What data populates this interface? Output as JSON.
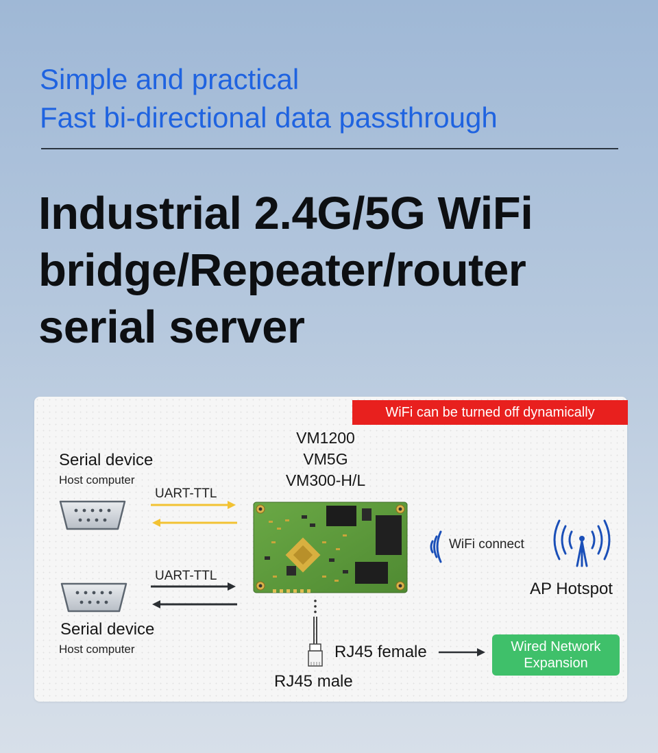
{
  "header": {
    "subtitle_line1": "Simple and practical",
    "subtitle_line2": "Fast bi-directional data passthrough",
    "headline_line1": "Industrial 2.4G/5G WiFi",
    "headline_line2": "bridge/Repeater/router",
    "headline_line3": "serial server"
  },
  "diagram": {
    "badge": "WiFi can be turned off dynamically",
    "models": [
      "VM1200",
      "VM5G",
      "VM300-H/L"
    ],
    "top_device": {
      "title": "Serial device",
      "subtitle": "Host computer",
      "link": "UART-TTL"
    },
    "bottom_device": {
      "title": "Serial device",
      "subtitle": "Host computer",
      "link": "UART-TTL"
    },
    "wifi_label": "WiFi connect",
    "ap_label": "AP Hotspot",
    "rj45_female": "RJ45 female",
    "rj45_male": "RJ45 male",
    "wired_line1": "Wired Network",
    "wired_line2": "Expansion",
    "colors": {
      "accent_blue": "#1f63e0",
      "badge_red": "#e8201e",
      "wired_green": "#3fc06a",
      "arrow_yellow": "#f2c233",
      "wifi_blue": "#1a4fb8",
      "pcb_green": "#5f9a3c"
    }
  }
}
